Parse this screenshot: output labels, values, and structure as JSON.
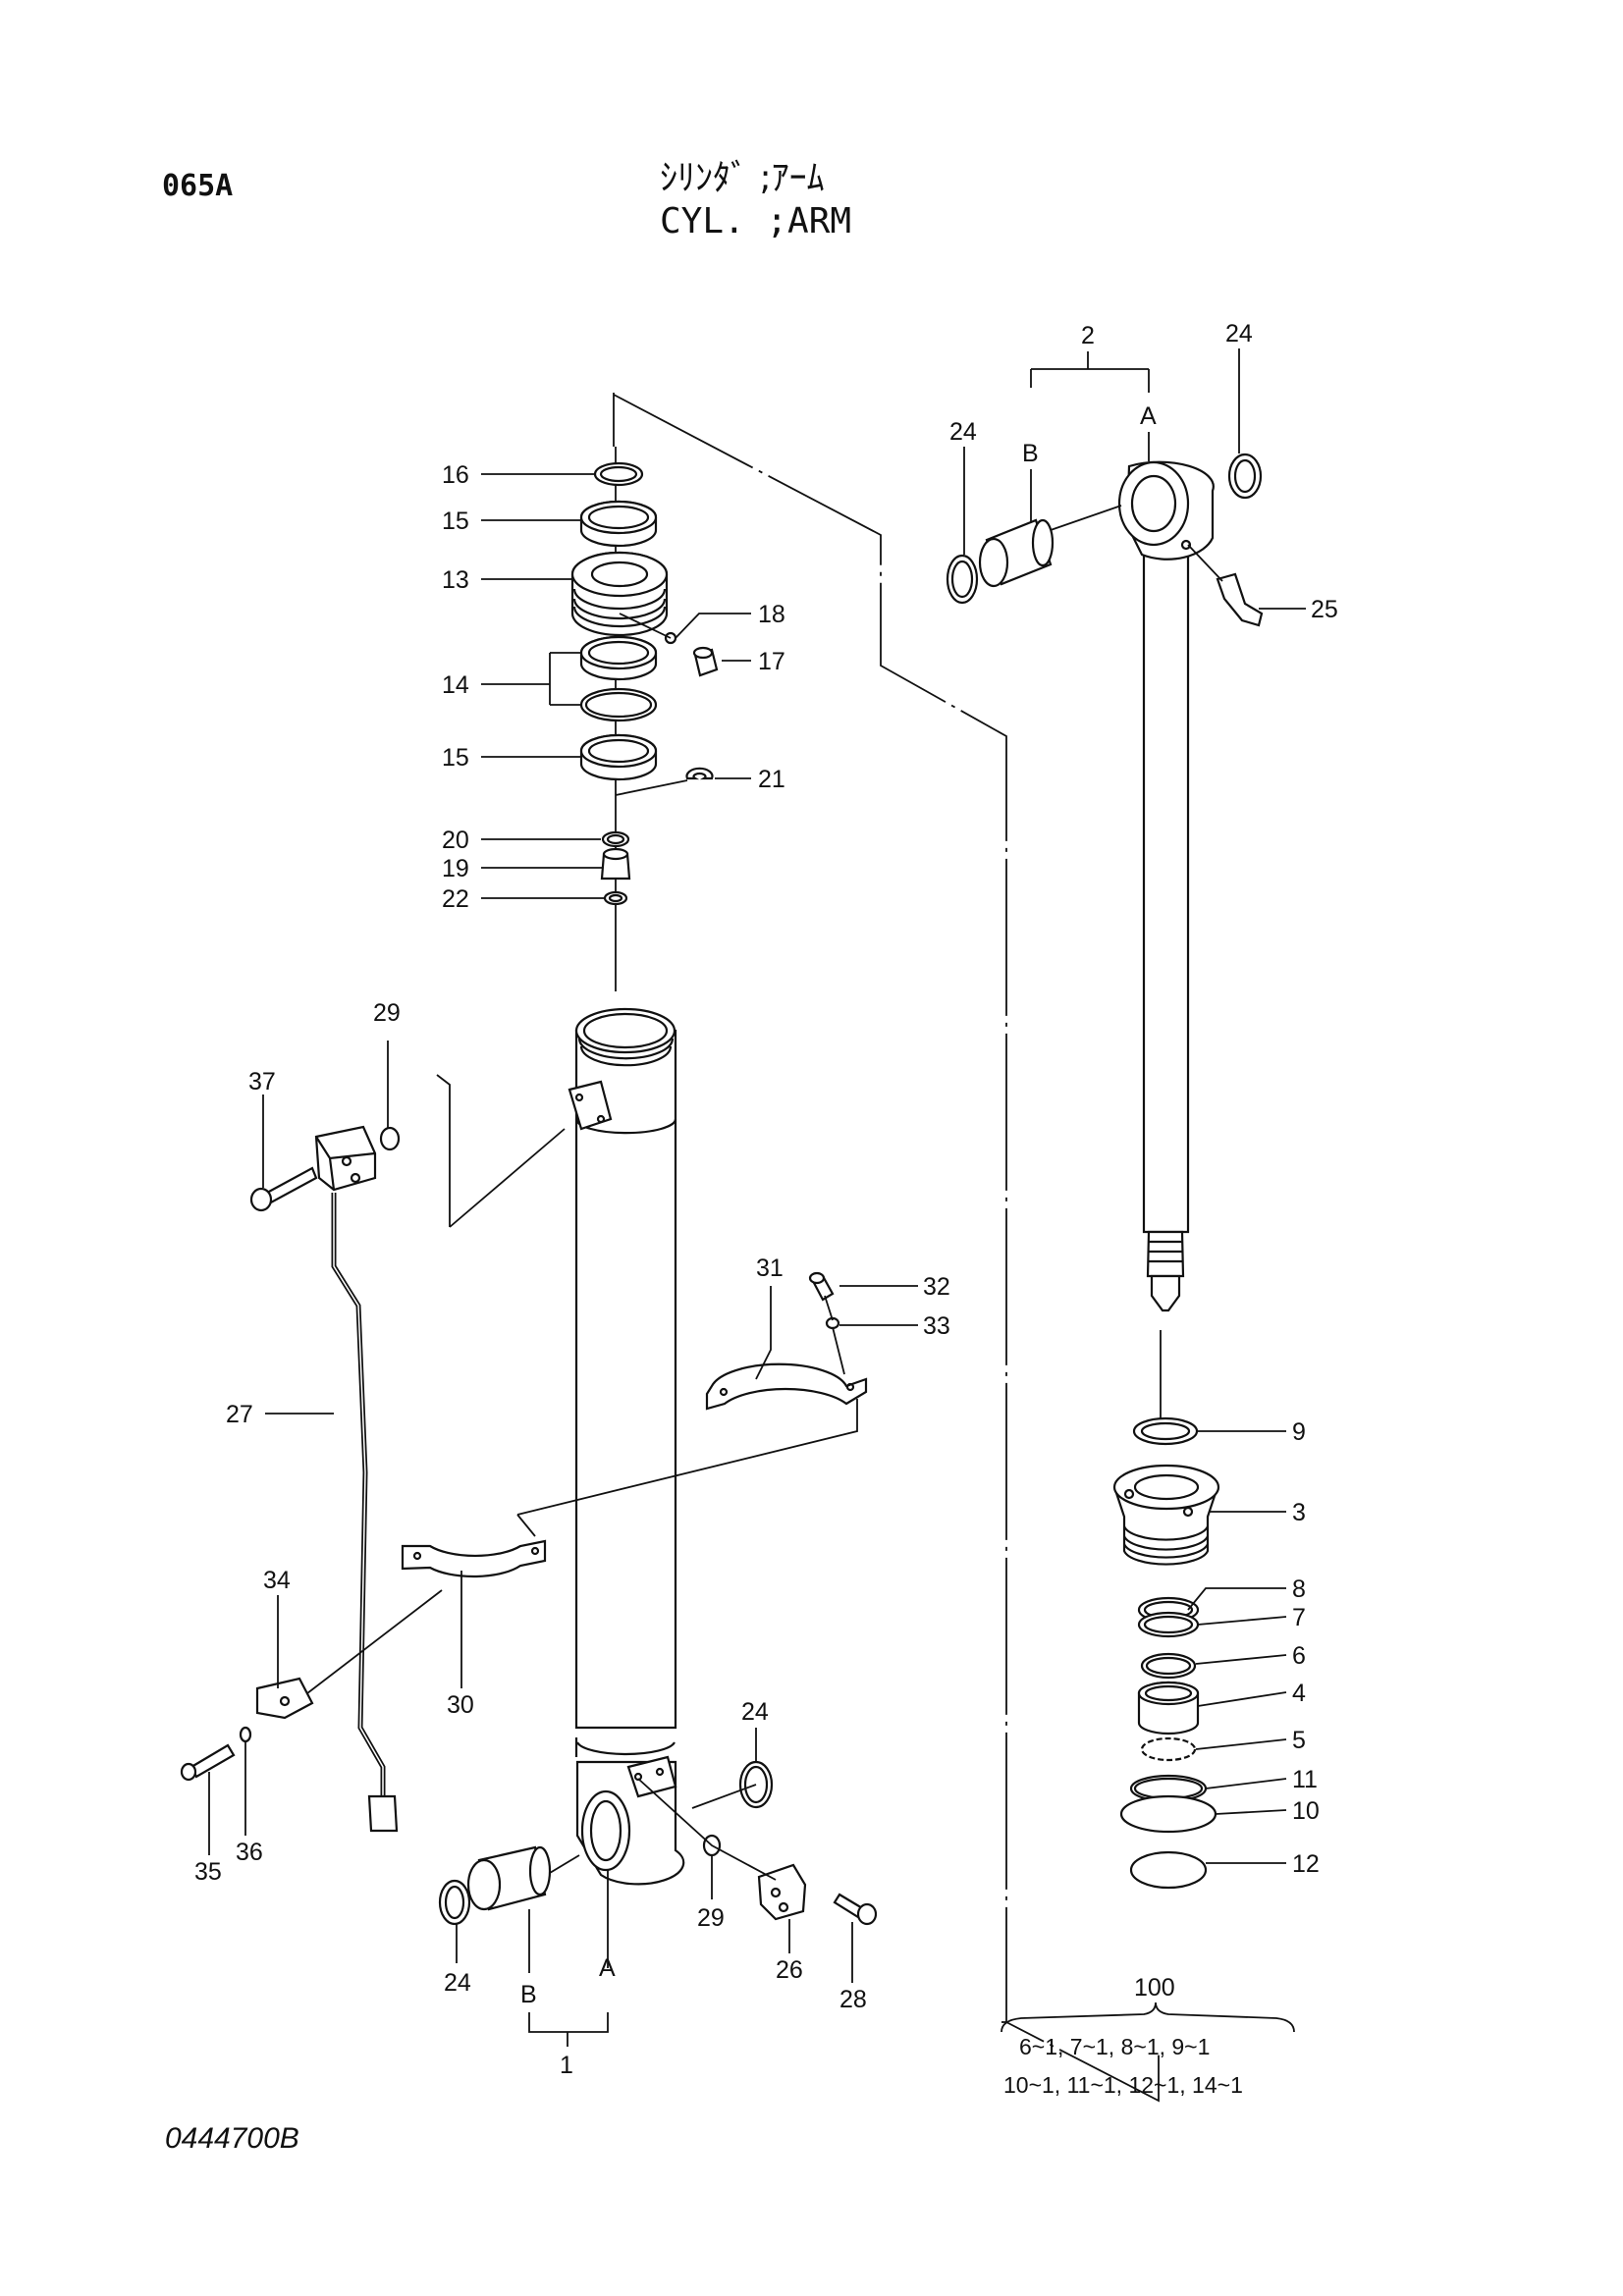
{
  "header": {
    "code": "065A",
    "title_jp": "ｼﾘﾝﾀﾞ ;ｱｰﾑ",
    "title_en": "CYL. ;ARM"
  },
  "footer": {
    "drawing_number": "0444700B"
  },
  "callouts": {
    "p1": "1",
    "p2": "2",
    "p3": "3",
    "p4": "4",
    "p5": "5",
    "p6": "6",
    "p7": "7",
    "p8": "8",
    "p9": "9",
    "p10": "10",
    "p11": "11",
    "p12": "12",
    "p13": "13",
    "p14": "14",
    "p15a": "15",
    "p15b": "15",
    "p16": "16",
    "p17": "17",
    "p18": "18",
    "p19": "19",
    "p20": "20",
    "p21": "21",
    "p22": "22",
    "p24a": "24",
    "p24b": "24",
    "p24c": "24",
    "p24d": "24",
    "p25": "25",
    "p26": "26",
    "p27": "27",
    "p28": "28",
    "p29a": "29",
    "p29b": "29",
    "p30": "30",
    "p31": "31",
    "p32": "32",
    "p33": "33",
    "p34": "34",
    "p35": "35",
    "p36": "36",
    "p37": "37",
    "sub_a_1": "A",
    "sub_b_1": "B",
    "sub_a_2": "A",
    "sub_b_2": "B"
  },
  "kit": {
    "number": "100",
    "line1": "6~1,   7~1,   8~1,   9~1",
    "line2": "10~1, 11~1, 12~1, 14~1"
  }
}
